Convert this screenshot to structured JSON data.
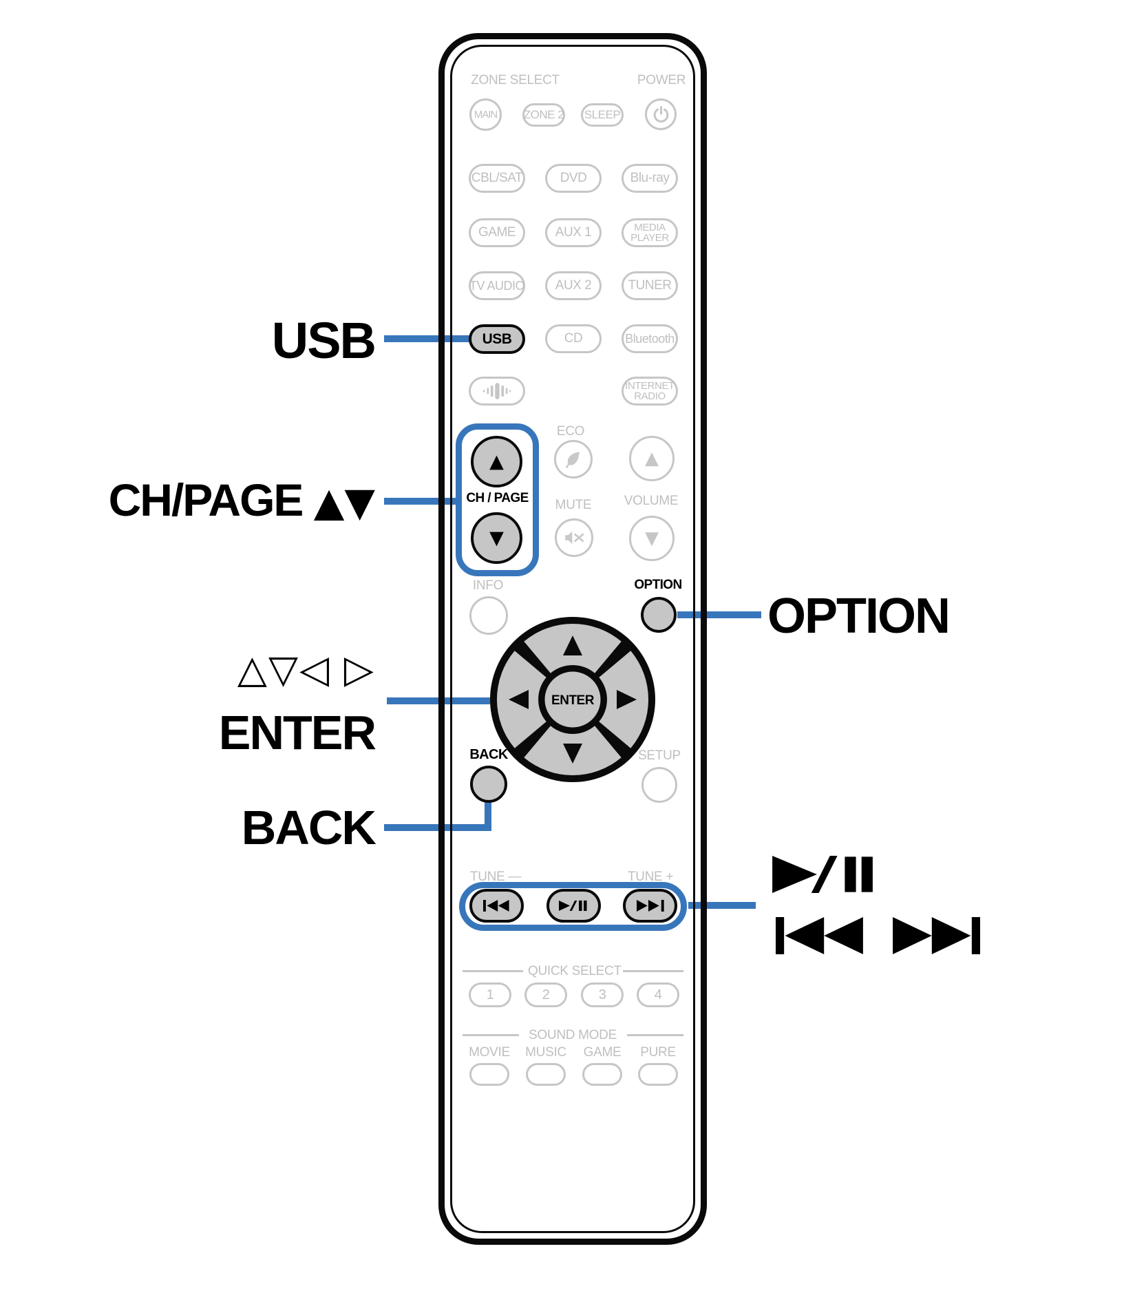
{
  "colors": {
    "accent_blue": "#3876bb",
    "key_fill_gray": "#c6c6c6",
    "outline_gray": "#c6c6c6",
    "muted_text_gray": "#bfbfbf"
  },
  "callouts": {
    "usb": "USB",
    "ch_page": "CH/PAGE",
    "ch_page_arrows": "▲▼",
    "cursor_triangles": "△▽◁ ▷",
    "enter": "ENTER",
    "back": "BACK",
    "option": "OPTION",
    "play_pause_glyph": "▶/❚❚",
    "skip_glyph": "❚◀◀ ▶▶❚"
  },
  "remote": {
    "zone_select_label": "ZONE SELECT",
    "power_label": "POWER",
    "zone_buttons": [
      {
        "label": "MAIN"
      },
      {
        "label": "ZONE 2"
      },
      {
        "label": "SLEEP"
      }
    ],
    "power_icon": "power-icon",
    "sources": [
      {
        "label": "CBL/SAT"
      },
      {
        "label": "DVD"
      },
      {
        "label": "Blu-ray"
      },
      {
        "label": "GAME"
      },
      {
        "label": "AUX 1"
      },
      {
        "label": "MEDIA",
        "label2": "PLAYER"
      },
      {
        "label": "TV AUDIO"
      },
      {
        "label": "AUX 2"
      },
      {
        "label": "TUNER"
      },
      {
        "label": "USB"
      },
      {
        "label": "CD"
      },
      {
        "label": "Bluetooth"
      },
      {
        "label": "INTERNET",
        "label2": "RADIO"
      }
    ],
    "sound_wave_icon": "sound-wave-icon",
    "eco_label": "ECO",
    "eco_icon": "leaf-icon",
    "ch_page_label": "CH / PAGE",
    "mute_label": "MUTE",
    "mute_icon": "speaker-mute-icon",
    "volume_label": "VOLUME",
    "volume_up_icon": "up-triangle-icon",
    "volume_down_icon": "down-triangle-icon",
    "info_label": "INFO",
    "option_label": "OPTION",
    "enter_label": "ENTER",
    "back_label": "BACK",
    "setup_label": "SETUP",
    "tune_minus_label": "TUNE —",
    "tune_plus_label": "TUNE +",
    "transport_icons": [
      "skip-back-icon",
      "play-pause-icon",
      "skip-forward-icon"
    ],
    "quick_select_label": "QUICK SELECT",
    "quick_select_buttons": [
      {
        "label": "1"
      },
      {
        "label": "2"
      },
      {
        "label": "3"
      },
      {
        "label": "4"
      }
    ],
    "sound_mode_label": "SOUND MODE",
    "sound_mode_buttons": [
      {
        "label": "MOVIE"
      },
      {
        "label": "MUSIC"
      },
      {
        "label": "GAME"
      },
      {
        "label": "PURE"
      }
    ]
  }
}
